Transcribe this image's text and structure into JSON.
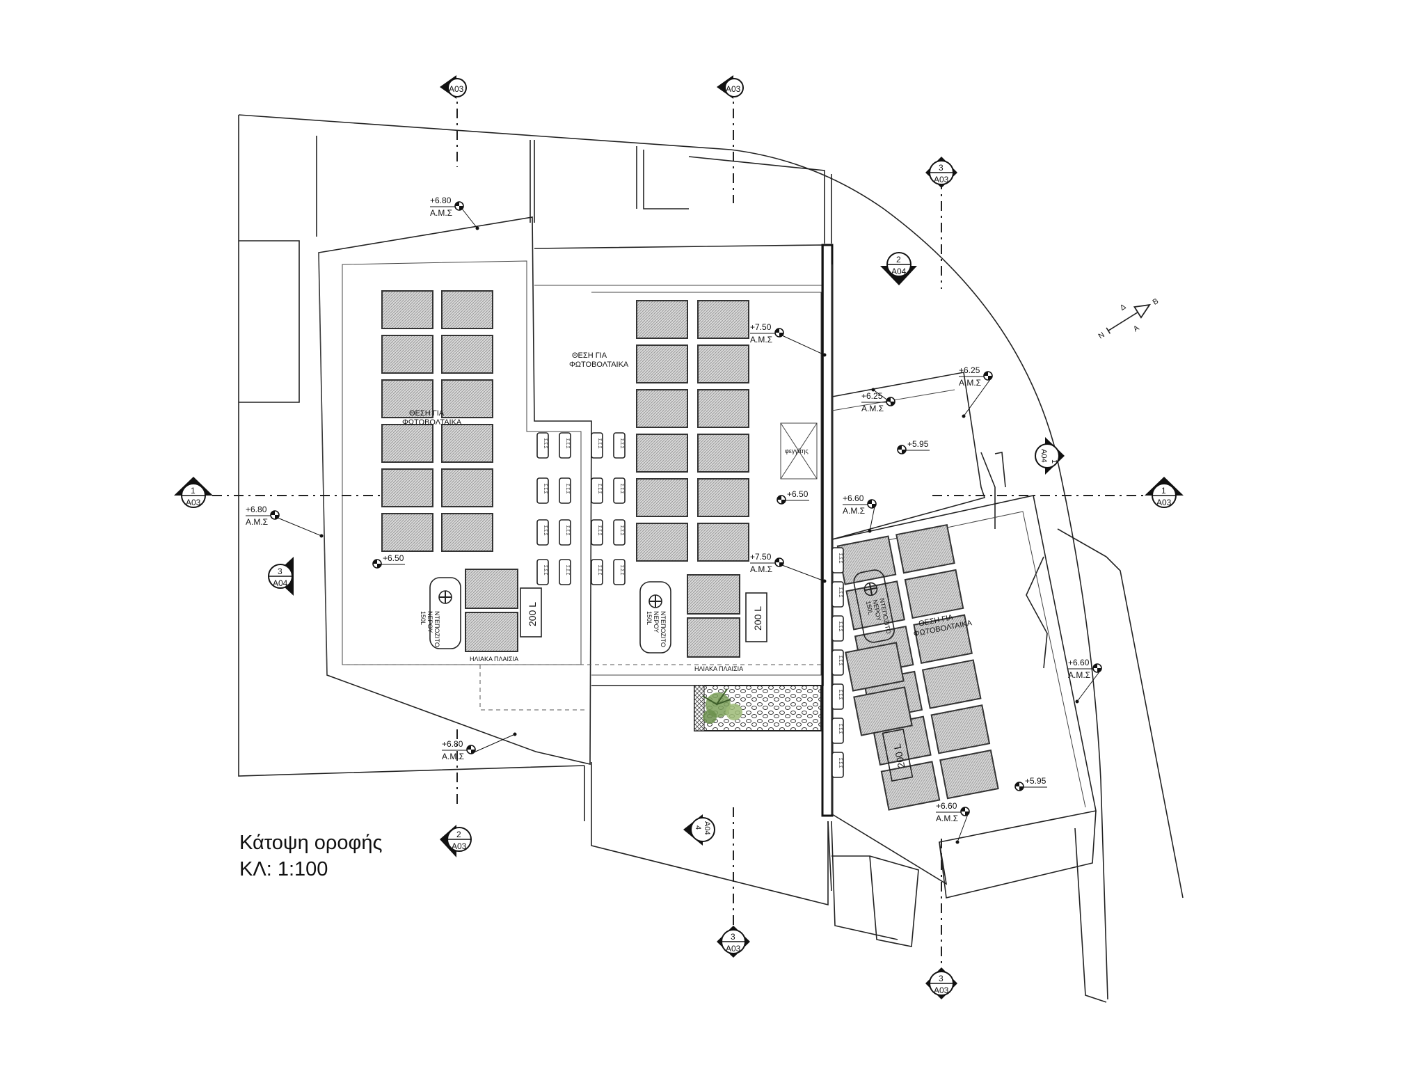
{
  "drawing": {
    "title": "Κάτοψη οροφής",
    "scale": "ΚΛ: 1:100"
  },
  "labels": {
    "pv_position_line1": "ΘΕΣΗ ΓΙΑ",
    "pv_position_line2": "ΦΩΤΟΒΟΛΤΑΙΚΑ",
    "solar_panels": "ΗΛΙΑΚΑ ΠΛΑΙΣΙΑ",
    "tank_200": "200 L",
    "water_tank_line1": "ΝΤΕΠΟΖΙΤΟ",
    "water_tank_line2": "ΝΕΡΟΥ",
    "water_tank_line3": "150L",
    "skylight": "φεγγίτης",
    "ams": "Α.Μ.Σ",
    "ac_unit": "Σ.Σ.Σ"
  },
  "levels": {
    "l680": "+6.80",
    "l750": "+7.50",
    "l650": "+6.50",
    "l625": "+6.25",
    "l595": "+5.95",
    "l660": "+6.60"
  },
  "sections": {
    "sheet_a03": "Α03",
    "sheet_a04": "Α04",
    "n1": "1",
    "n2": "2",
    "n3": "3",
    "n4": "4"
  },
  "compass": {
    "b": "Β",
    "n": "Ν",
    "d": "Δ",
    "a": "Α"
  }
}
